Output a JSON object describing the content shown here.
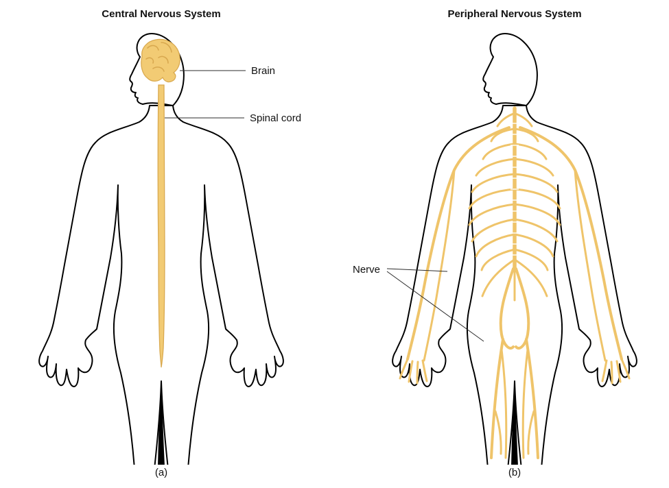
{
  "figure": {
    "panels": [
      {
        "title": "Central Nervous System",
        "caption": "(a)",
        "labels": {
          "brain": "Brain",
          "spinal_cord": "Spinal cord"
        }
      },
      {
        "title": "Peripheral Nervous System",
        "caption": "(b)",
        "labels": {
          "nerve": "Nerve"
        }
      }
    ],
    "icons": [
      "human-body-outline",
      "brain-shape",
      "spinal-cord-shape",
      "nerve-network"
    ],
    "colors": {
      "nerve_yellow": "#EFC46A",
      "cns_yellow": "#F2CB74",
      "outline": "#000000",
      "background": "#FFFFFF",
      "label_text": "#111111"
    }
  }
}
